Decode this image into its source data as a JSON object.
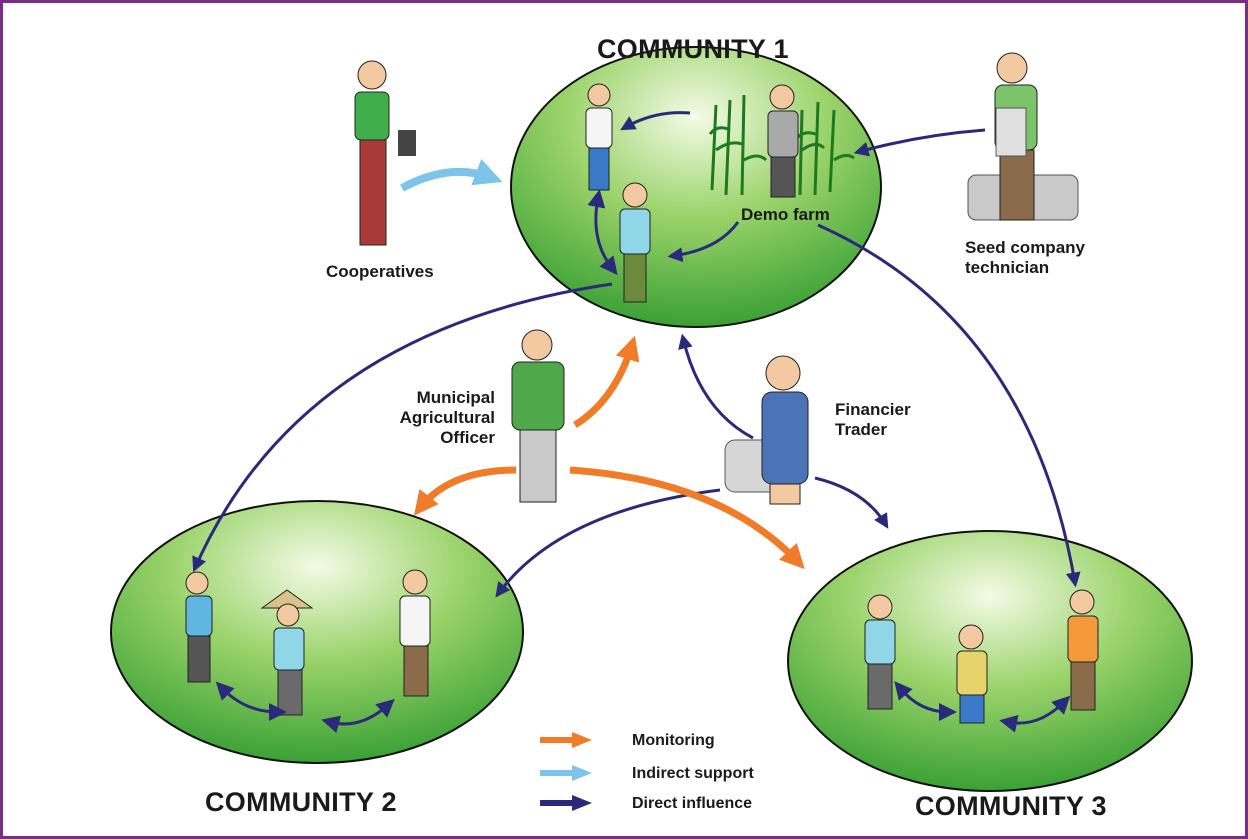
{
  "communities": [
    {
      "name": "COMMUNITY 1"
    },
    {
      "name": "COMMUNITY 2"
    },
    {
      "name": "COMMUNITY 3"
    }
  ],
  "actors": {
    "cooperatives": "Cooperatives",
    "seed_company": "Seed company\ntechnician",
    "demo_farm": "Demo farm",
    "municipal_officer": "Municipal\nAgricultural\nOfficer",
    "financier": "Financier\nTrader"
  },
  "legend": [
    {
      "label": "Monitoring",
      "color": "#f07b28"
    },
    {
      "label": "Indirect support",
      "color": "#7cc4ea"
    },
    {
      "label": "Direct influence",
      "color": "#2b2a7a"
    }
  ],
  "colors": {
    "border": "#7b2c84",
    "community_light": "#f4fbe6",
    "community_dark": "#2e9a2e",
    "monitoring": "#f07b28",
    "indirect": "#7cc4ea",
    "direct": "#2b2a7a"
  }
}
